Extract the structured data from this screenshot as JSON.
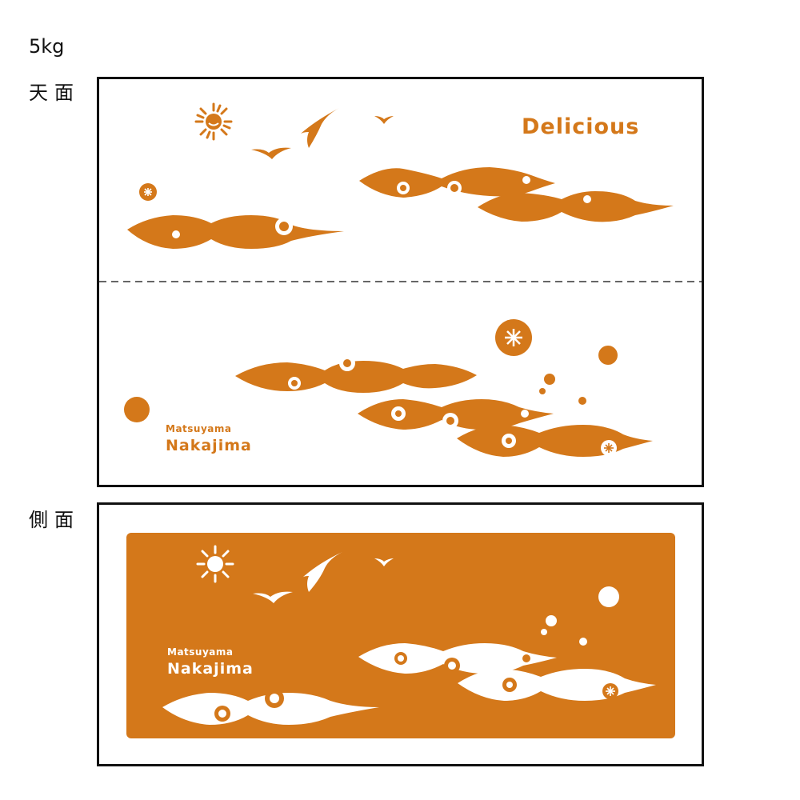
{
  "labels": {
    "weight": "5kg",
    "top_face": "天面",
    "side_face": "側面"
  },
  "top_panel": {
    "headline": "Delicious",
    "brand_small": "Matsuyama",
    "brand_big": "Nakajima"
  },
  "side_panel": {
    "brand_small": "Matsuyama",
    "brand_big": "Nakajima"
  },
  "colors": {
    "accent": "#d4781a",
    "ink": "#111111",
    "paper": "#ffffff"
  },
  "icons": [
    "sun-icon",
    "seagull-icon",
    "cloud-wave-icon",
    "asterisk-circle-icon",
    "dot-icon"
  ]
}
